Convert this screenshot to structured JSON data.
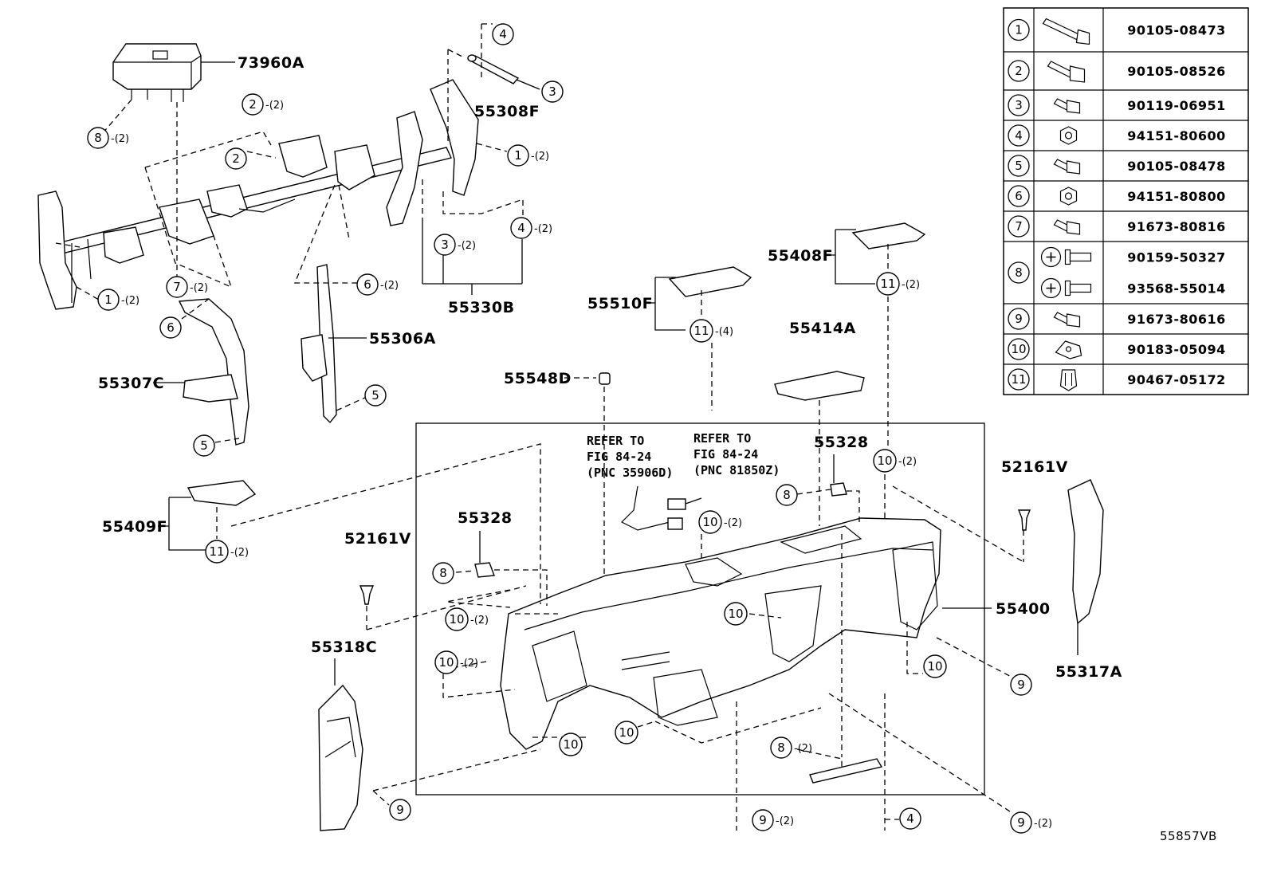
{
  "diagram_code": "55857VB",
  "fastener_table": {
    "rows": [
      {
        "num": "1",
        "icon": "long-flange-bolt-icon",
        "parts": [
          "90105-08473"
        ]
      },
      {
        "num": "2",
        "icon": "medium-flange-bolt-icon",
        "parts": [
          "90105-08526"
        ]
      },
      {
        "num": "3",
        "icon": "short-flange-bolt-icon",
        "parts": [
          "90119-06951"
        ]
      },
      {
        "num": "4",
        "icon": "hex-nut-icon",
        "parts": [
          "94151-80600"
        ]
      },
      {
        "num": "5",
        "icon": "short-flange-bolt-icon",
        "parts": [
          "90105-08478"
        ]
      },
      {
        "num": "6",
        "icon": "hex-nut-icon",
        "parts": [
          "94151-80800"
        ]
      },
      {
        "num": "7",
        "icon": "short-flange-bolt-icon",
        "parts": [
          "91673-80816"
        ]
      },
      {
        "num": "8",
        "icon": "cross-screw-icon",
        "parts": [
          "90159-50327",
          "93568-55014"
        ]
      },
      {
        "num": "9",
        "icon": "short-flange-bolt-icon",
        "parts": [
          "91673-80616"
        ]
      },
      {
        "num": "10",
        "icon": "clip-nut-icon",
        "parts": [
          "90183-05094"
        ]
      },
      {
        "num": "11",
        "icon": "push-clip-icon",
        "parts": [
          "90467-05172"
        ]
      }
    ]
  },
  "part_labels": {
    "p73960A": "73960A",
    "p55308F": "55308F",
    "p55330B": "55330B",
    "p55306A": "55306A",
    "p55307C": "55307C",
    "p55510F": "55510F",
    "p55408F": "55408F",
    "p55414A": "55414A",
    "p55548D": "55548D",
    "p55409F": "55409F",
    "p52161V_left": "52161V",
    "p52161V_right": "52161V",
    "p55328_left": "55328",
    "p55328_right": "55328",
    "p55318C": "55318C",
    "p55400": "55400",
    "p55317A": "55317A"
  },
  "references": {
    "ref1": [
      "REFER TO",
      "FIG 84-24",
      "(PNC 35906D)"
    ],
    "ref2": [
      "REFER TO",
      "FIG 84-24",
      "(PNC 81850Z)"
    ]
  },
  "callouts": [
    {
      "id": "c8a",
      "num": "8",
      "qty": "-(2)"
    },
    {
      "id": "c2a",
      "num": "2",
      "qty": "-(2)"
    },
    {
      "id": "c2b",
      "num": "2",
      "qty": ""
    },
    {
      "id": "c4a",
      "num": "4",
      "qty": ""
    },
    {
      "id": "c3a",
      "num": "3",
      "qty": ""
    },
    {
      "id": "c1a",
      "num": "1",
      "qty": "-(2)"
    },
    {
      "id": "c4b",
      "num": "4",
      "qty": "-(2)"
    },
    {
      "id": "c3b",
      "num": "3",
      "qty": "-(2)"
    },
    {
      "id": "c1b",
      "num": "1",
      "qty": "-(2)"
    },
    {
      "id": "c7a",
      "num": "7",
      "qty": "-(2)"
    },
    {
      "id": "c6a",
      "num": "6",
      "qty": "-(2)"
    },
    {
      "id": "c6b",
      "num": "6",
      "qty": ""
    },
    {
      "id": "c5a",
      "num": "5",
      "qty": ""
    },
    {
      "id": "c5b",
      "num": "5",
      "qty": ""
    },
    {
      "id": "c11a",
      "num": "11",
      "qty": "-(2)"
    },
    {
      "id": "c11b",
      "num": "11",
      "qty": "-(4)"
    },
    {
      "id": "c11c",
      "num": "11",
      "qty": "-(2)"
    },
    {
      "id": "c10a",
      "num": "10",
      "qty": "-(2)"
    },
    {
      "id": "c8b",
      "num": "8",
      "qty": ""
    },
    {
      "id": "c10b",
      "num": "10",
      "qty": "-(2)"
    },
    {
      "id": "c8c",
      "num": "8",
      "qty": ""
    },
    {
      "id": "c10c",
      "num": "10",
      "qty": "-(2)"
    },
    {
      "id": "c10d",
      "num": "10",
      "qty": "-(2)"
    },
    {
      "id": "c10e",
      "num": "10",
      "qty": ""
    },
    {
      "id": "c10f",
      "num": "10",
      "qty": ""
    },
    {
      "id": "c10g",
      "num": "10",
      "qty": ""
    },
    {
      "id": "c10h",
      "num": "10",
      "qty": ""
    },
    {
      "id": "c9a",
      "num": "9",
      "qty": ""
    },
    {
      "id": "c8d",
      "num": "8",
      "qty": "-(2)"
    },
    {
      "id": "c9b",
      "num": "9",
      "qty": "-(2)"
    },
    {
      "id": "c4c",
      "num": "4",
      "qty": ""
    },
    {
      "id": "c9c",
      "num": "9",
      "qty": "-(2)"
    },
    {
      "id": "c9d",
      "num": "9",
      "qty": ""
    }
  ]
}
